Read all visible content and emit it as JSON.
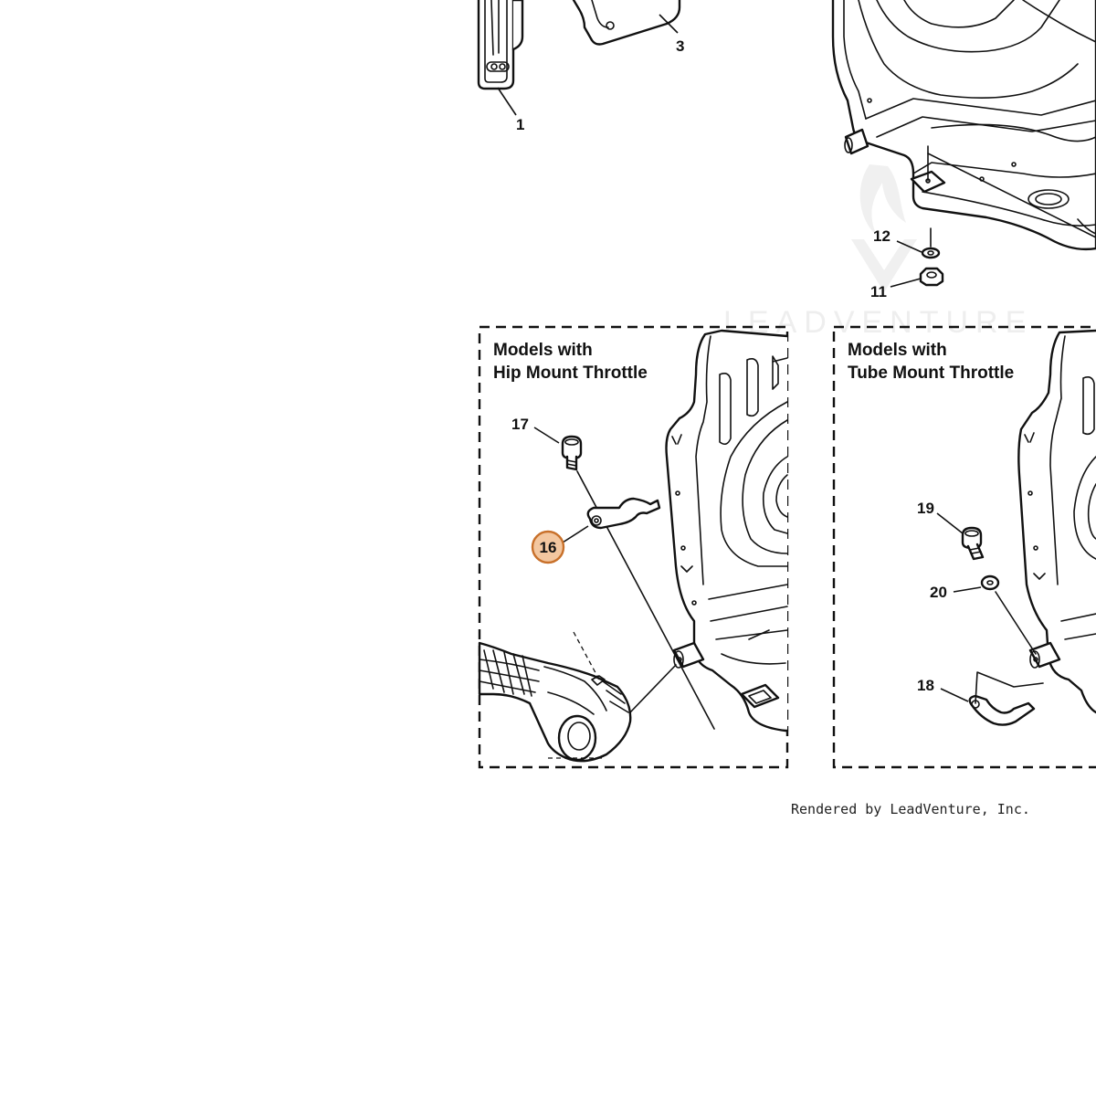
{
  "callouts": {
    "c1": "1",
    "c3": "3",
    "c11": "11",
    "c12": "12",
    "c16": "16",
    "c17": "17",
    "c18": "18",
    "c19": "19",
    "c20": "20"
  },
  "boxes": {
    "hip": {
      "line1": "Models with",
      "line2": "Hip Mount Throttle"
    },
    "tube": {
      "line1": "Models with",
      "line2": "Tube Mount Throttle"
    }
  },
  "watermark": "LEADVENTURE",
  "credit": "Rendered by LeadVenture, Inc.",
  "colors": {
    "highlight_fill": "#f3c7a0",
    "highlight_stroke": "#c8702a",
    "line": "#111111"
  }
}
